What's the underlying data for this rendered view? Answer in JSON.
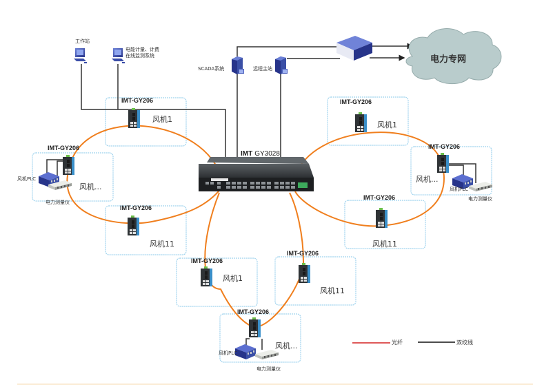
{
  "top": {
    "workstation_label": "工作站",
    "energy_label_line1": "电能计量、计费",
    "energy_label_line2": "在线监测系统",
    "scada_label": "SCADA系统",
    "remote_label": "远程主站",
    "cloud_label": "电力专网"
  },
  "core_switch": {
    "model_prefix": "IMT",
    "model_suffix": "GY3028"
  },
  "nodes": [
    {
      "model": "IMT-GY206",
      "name": "风机1"
    },
    {
      "model": "IMT-GY206",
      "name": "风机..."
    },
    {
      "model": "IMT-GY206",
      "name": "风机11"
    },
    {
      "model": "IMT-GY206",
      "name": "风机1"
    },
    {
      "model": "IMT-GY206",
      "name": "风机..."
    },
    {
      "model": "IMT-GY206",
      "name": "风机11"
    },
    {
      "model": "IMT-GY206",
      "name": "风机1"
    },
    {
      "model": "IMT-GY206",
      "name": "风机11"
    },
    {
      "model": "IMT-GY206",
      "name": "风机..."
    }
  ],
  "peripherals": {
    "plc_label": "风机PLC",
    "meter_label": "电力测量仪"
  },
  "legend": {
    "fiber_label": "光纤",
    "fiber_color": "#d42020",
    "twisted_label": "双绞线",
    "twisted_color": "#111111"
  },
  "colors": {
    "ring": "#f07f1e",
    "node_border": "#9fd3ee",
    "cloud_fill": "#b9cccc",
    "device_blue": "#3a4fa6"
  }
}
